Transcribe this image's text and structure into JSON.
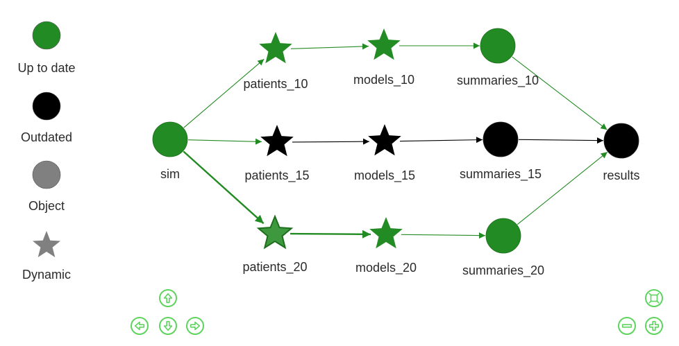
{
  "legend": [
    {
      "label": "Up to date",
      "shape": "circle",
      "color": "#238b23"
    },
    {
      "label": "Outdated",
      "shape": "circle",
      "color": "#000000"
    },
    {
      "label": "Object",
      "shape": "circle",
      "color": "#808080"
    },
    {
      "label": "Dynamic",
      "shape": "star",
      "color": "#808080"
    }
  ],
  "colors": {
    "up_to_date": "#238b23",
    "outdated": "#000000",
    "object": "#808080",
    "nav": "#5ed45e"
  },
  "nodes": [
    {
      "id": "sim",
      "label": "sim",
      "shape": "circle",
      "status": "up_to_date"
    },
    {
      "id": "patients_10",
      "label": "patients_10",
      "shape": "star",
      "status": "up_to_date"
    },
    {
      "id": "models_10",
      "label": "models_10",
      "shape": "star",
      "status": "up_to_date"
    },
    {
      "id": "summaries_10",
      "label": "summaries_10",
      "shape": "circle",
      "status": "up_to_date"
    },
    {
      "id": "patients_15",
      "label": "patients_15",
      "shape": "star",
      "status": "outdated"
    },
    {
      "id": "models_15",
      "label": "models_15",
      "shape": "star",
      "status": "outdated"
    },
    {
      "id": "summaries_15",
      "label": "summaries_15",
      "shape": "circle",
      "status": "outdated"
    },
    {
      "id": "patients_20",
      "label": "patients_20",
      "shape": "star",
      "status": "up_to_date",
      "highlighted": true
    },
    {
      "id": "models_20",
      "label": "models_20",
      "shape": "star",
      "status": "up_to_date"
    },
    {
      "id": "summaries_20",
      "label": "summaries_20",
      "shape": "circle",
      "status": "up_to_date"
    },
    {
      "id": "results",
      "label": "results",
      "shape": "circle",
      "status": "outdated"
    }
  ],
  "edges": [
    {
      "from": "sim",
      "to": "patients_10",
      "status": "up_to_date"
    },
    {
      "from": "sim",
      "to": "patients_15",
      "status": "up_to_date"
    },
    {
      "from": "sim",
      "to": "patients_20",
      "status": "up_to_date",
      "highlighted": true
    },
    {
      "from": "patients_10",
      "to": "models_10",
      "status": "up_to_date"
    },
    {
      "from": "models_10",
      "to": "summaries_10",
      "status": "up_to_date"
    },
    {
      "from": "summaries_10",
      "to": "results",
      "status": "up_to_date"
    },
    {
      "from": "patients_15",
      "to": "models_15",
      "status": "outdated"
    },
    {
      "from": "models_15",
      "to": "summaries_15",
      "status": "outdated"
    },
    {
      "from": "summaries_15",
      "to": "results",
      "status": "outdated"
    },
    {
      "from": "patients_20",
      "to": "models_20",
      "status": "up_to_date",
      "highlighted": true
    },
    {
      "from": "models_20",
      "to": "summaries_20",
      "status": "up_to_date"
    },
    {
      "from": "summaries_20",
      "to": "results",
      "status": "up_to_date"
    }
  ],
  "navigation": [
    {
      "id": "up",
      "icon": "arrow-up-icon"
    },
    {
      "id": "left",
      "icon": "arrow-left-icon"
    },
    {
      "id": "down",
      "icon": "arrow-down-icon"
    },
    {
      "id": "right",
      "icon": "arrow-right-icon"
    },
    {
      "id": "fit",
      "icon": "zoom-extents-icon"
    },
    {
      "id": "zoom_out",
      "icon": "zoom-out-icon"
    },
    {
      "id": "zoom_in",
      "icon": "zoom-in-icon"
    }
  ]
}
